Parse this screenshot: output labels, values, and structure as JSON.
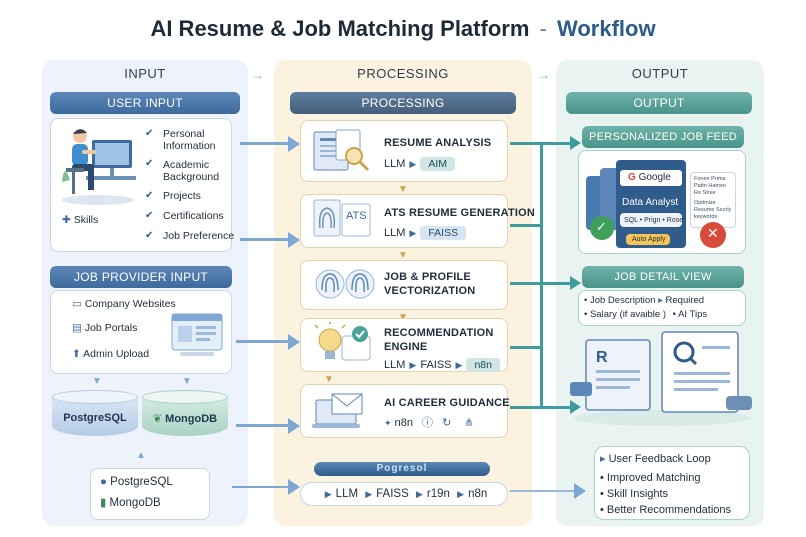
{
  "title": {
    "main": "AI Resume & Job Matching Platform",
    "separator": "-",
    "sub": "Workflow"
  },
  "columns": {
    "input": "INPUT",
    "processing": "PROCESSING",
    "output": "OUTPUT"
  },
  "user_input": {
    "header": "USER INPUT",
    "items": [
      "Personal Information",
      "Academic Background",
      "Projects",
      "Certifications",
      "Job Preference"
    ],
    "skills": "Skills"
  },
  "job_provider": {
    "header": "JOB PROVIDER INPUT",
    "items": [
      "Company Websites",
      "Job Portals",
      "Admin Upload"
    ]
  },
  "databases": {
    "postgres": "PostgreSQL",
    "mongo": "MongoDB"
  },
  "storage_box": {
    "postgres": "PostgreSQL",
    "mongo": "MongoDB"
  },
  "processing": {
    "header": "PROCESSING",
    "steps": [
      {
        "title": "RESUME ANALYSIS",
        "tech": [
          "LLM",
          "AIM"
        ]
      },
      {
        "title": "ATS RESUME GENERATION",
        "tech": [
          "LLM",
          "FAISS"
        ],
        "badge": "ATS"
      },
      {
        "title": "JOB & PROFILE VECTORIZATION",
        "tech": []
      },
      {
        "title": "RECOMMENDATION ENGINE",
        "tech": [
          "LLM",
          "FAISS",
          "n8n"
        ]
      },
      {
        "title": "AI CAREER GUIDANCE",
        "tech": [
          "n8n"
        ]
      }
    ],
    "blurred_label": "Pogresol",
    "tech_bar": [
      "LLM",
      "FAISS",
      "r19n",
      "n8n"
    ]
  },
  "output": {
    "header": "OUTPUT",
    "job_feed": {
      "header": "PERSONALIZED JOB FEED",
      "card_brand": "Google",
      "card_title": "Data Analyst",
      "card_skills": "SQL • Prign • Rose",
      "card_apply": "Auto Apply",
      "side_note": "Fonen Prima Pattn Hamen Re Stree",
      "side_note2": "Optimize Resume Secrly keywords"
    },
    "job_detail": {
      "header": "JOB DETAIL VIEW",
      "items": [
        "Job Description",
        "Required",
        "Salary (if avaible )",
        "AI Tips"
      ]
    },
    "feedback": {
      "title": "User Feedback Loop",
      "items": [
        "Improved Matching",
        "Skill Insights",
        "Better Recommendations"
      ]
    }
  },
  "colors": {
    "blue": "#3f6a9d",
    "teal": "#3f9c9c",
    "gold": "#c9a44e"
  }
}
